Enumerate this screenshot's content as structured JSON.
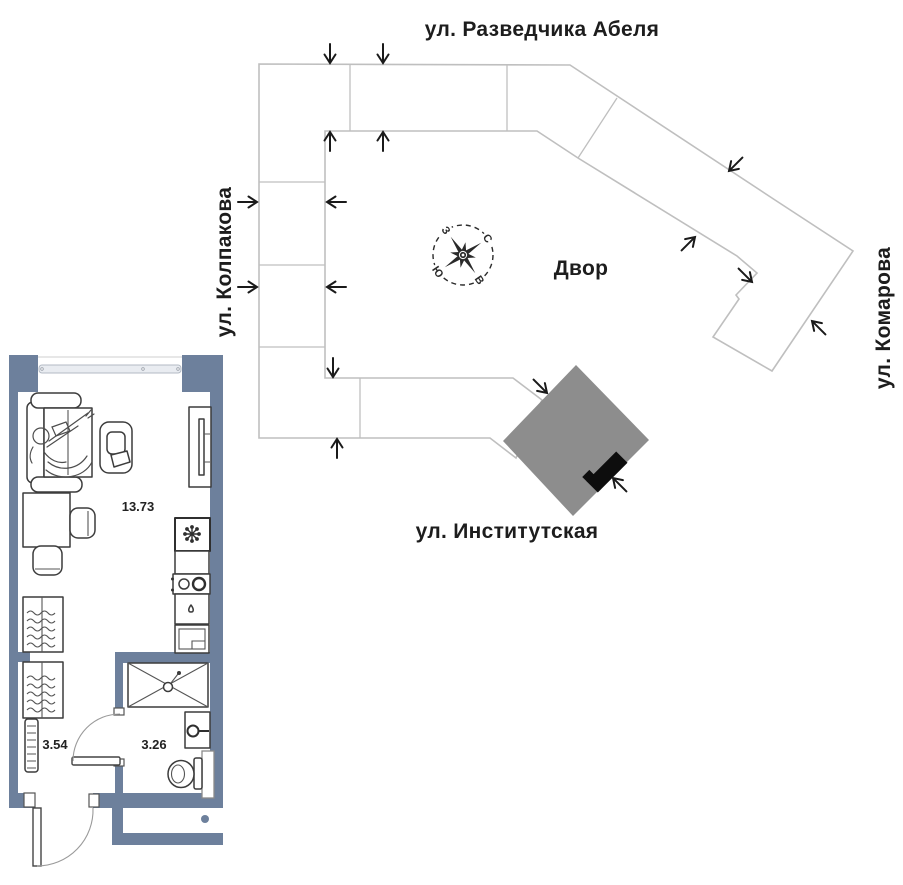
{
  "css_vars": {
    "--wall": "#6d809c",
    "--outline": "#bfbfbf",
    "--highlight": "#8d8d8d",
    "--marker": "#0d0d0d",
    "--ink": "#1a1a1a",
    "--furn": "#3c3c3c"
  },
  "site_plan": {
    "streets": {
      "top": "ул. Разведчика Абеля",
      "left": "ул. Колпакова",
      "right": "ул. Комарова",
      "bottom": "ул. Институтская"
    },
    "courtyard_label": "Двор",
    "compass": {
      "north": "С",
      "east": "В",
      "south": "Ю",
      "west": "З"
    },
    "colors": {
      "building_outline": "#bfbfbf",
      "highlighted_building": "#8d8d8d",
      "entrance_marker": "#0d0d0d"
    }
  },
  "floor_plan": {
    "rooms": [
      {
        "area": "13.73"
      },
      {
        "area": "3.54"
      },
      {
        "area": "3.26"
      }
    ],
    "wall_color": "#6d809c"
  }
}
